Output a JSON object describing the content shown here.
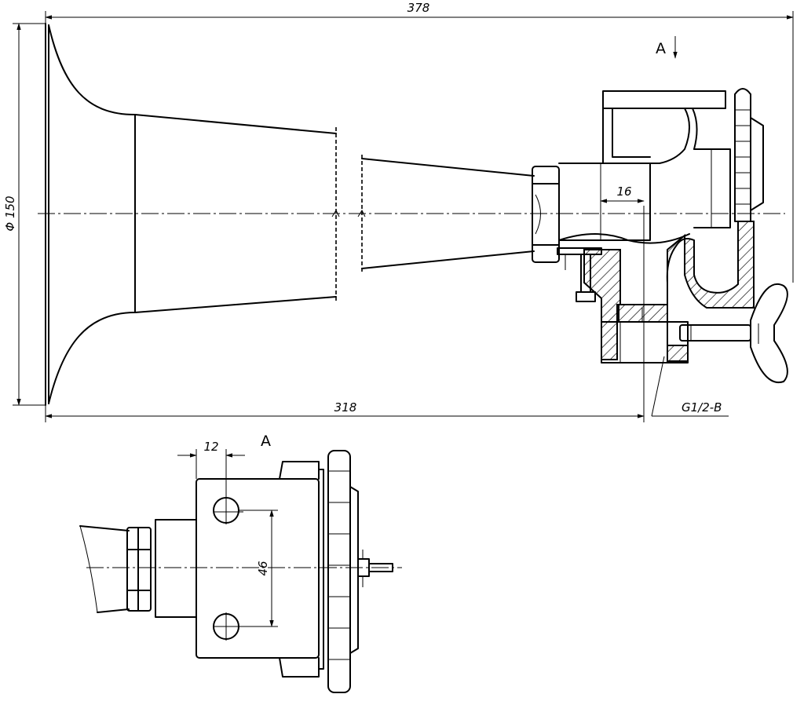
{
  "drawing": {
    "dimensions": {
      "overall_length": "378",
      "bell_diameter": "Φ 150",
      "horn_length": "318",
      "offset": "16",
      "thread": "G1/2-B",
      "hole_offset": "12",
      "hole_spacing": "46"
    },
    "view_labels": {
      "section_arrow": "A",
      "view_title": "A"
    }
  }
}
